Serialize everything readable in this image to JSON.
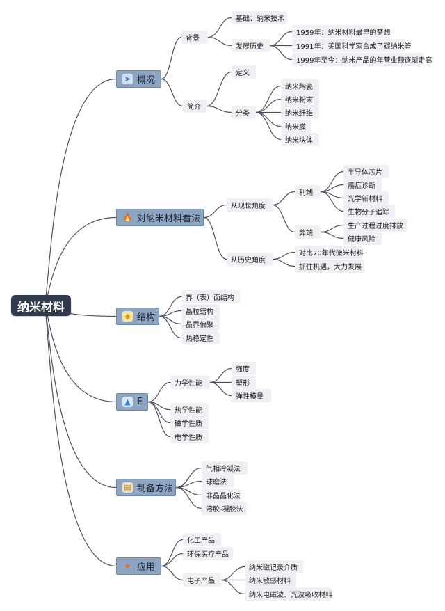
{
  "root": "纳米材料",
  "branches": [
    {
      "icon": "paper-plane-icon",
      "label": "概况",
      "children": [
        {
          "label": "背景",
          "children": [
            {
              "label": "基础：纳米技术"
            },
            {
              "label": "发展历史",
              "children": [
                {
                  "label": "1959年：纳米材料最早的梦想"
                },
                {
                  "label": "1991年：美国科学家合成了碳纳米管"
                },
                {
                  "label": "1999年至今：纳米产品的年营业额逐渐走高"
                }
              ]
            }
          ]
        },
        {
          "label": "简介",
          "children": [
            {
              "label": "定义"
            },
            {
              "label": "分类",
              "children": [
                {
                  "label": "纳米陶瓷"
                },
                {
                  "label": "纳米粉末"
                },
                {
                  "label": "纳米纤维"
                },
                {
                  "label": "纳米膜"
                },
                {
                  "label": "纳米块体"
                }
              ]
            }
          ]
        }
      ]
    },
    {
      "icon": "fire-icon",
      "label": "对纳米材料看法",
      "children": [
        {
          "label": "从现世角度",
          "children": [
            {
              "label": "利端",
              "children": [
                {
                  "label": "半导体芯片"
                },
                {
                  "label": "癌症诊断"
                },
                {
                  "label": "光学新材料"
                },
                {
                  "label": "生物分子追踪"
                }
              ]
            },
            {
              "label": "弊端",
              "children": [
                {
                  "label": "生产过程过度排放"
                },
                {
                  "label": "健康风险"
                }
              ]
            }
          ]
        },
        {
          "label": "从历史角度",
          "children": [
            {
              "label": "对比70年代微米材料"
            },
            {
              "label": "抓住机遇，大力发展"
            }
          ]
        }
      ]
    },
    {
      "icon": "gem-icon",
      "label": "结构",
      "children": [
        {
          "label": "界（表）面结构"
        },
        {
          "label": "晶粒结构"
        },
        {
          "label": "晶界偏聚"
        },
        {
          "label": "热稳定性"
        }
      ]
    },
    {
      "icon": "drop-icon",
      "label": "E",
      "children": [
        {
          "label": "力学性能",
          "children": [
            {
              "label": "强度"
            },
            {
              "label": "塑形"
            },
            {
              "label": "弹性模量"
            }
          ]
        },
        {
          "label": "热学性能"
        },
        {
          "label": "磁学性质"
        },
        {
          "label": "电学性质"
        }
      ]
    },
    {
      "icon": "scroll-icon",
      "label": "制备方法",
      "children": [
        {
          "label": "气相冷凝法"
        },
        {
          "label": "球磨法"
        },
        {
          "label": "非晶晶化法"
        },
        {
          "label": "溶胶-凝胶法"
        }
      ]
    },
    {
      "icon": "star-icon",
      "label": "应用",
      "children": [
        {
          "label": "化工产品"
        },
        {
          "label": "环保医疗产品"
        },
        {
          "label": "电子产品",
          "children": [
            {
              "label": "纳米磁记录介质"
            },
            {
              "label": "纳米敏感材料"
            },
            {
              "label": "纳米电磁波、光波吸收材料"
            }
          ]
        }
      ]
    }
  ]
}
